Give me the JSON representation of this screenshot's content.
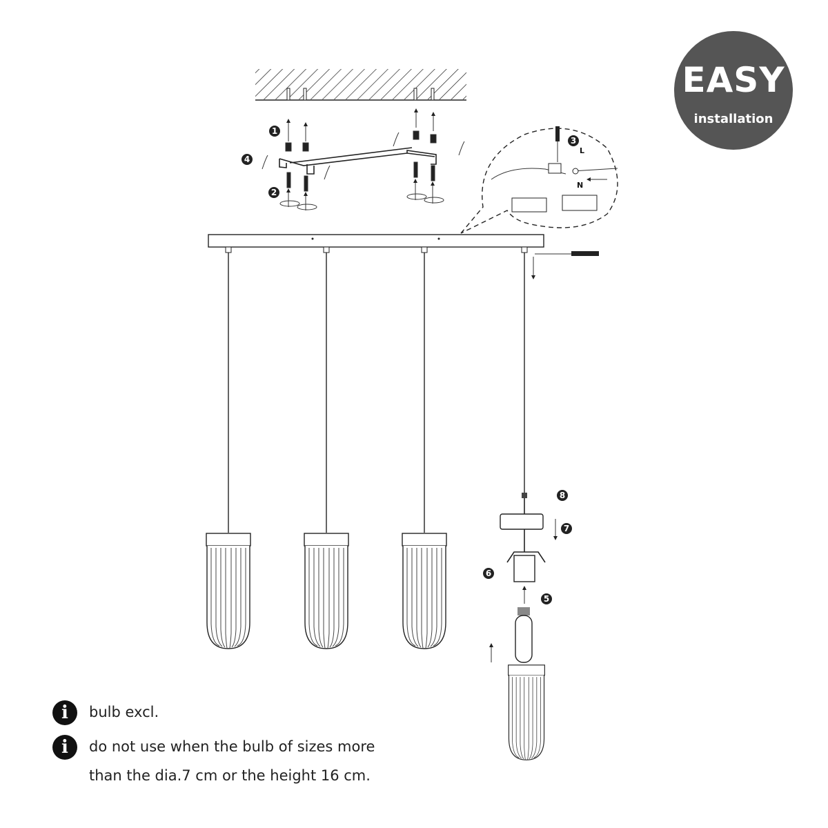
{
  "badge": {
    "title": "EASY",
    "subtitle": "installation"
  },
  "steps": [
    "1",
    "2",
    "3",
    "4",
    "5",
    "6",
    "7",
    "8"
  ],
  "wiring": {
    "live_label": "L",
    "neutral_label": "N"
  },
  "notes": [
    {
      "icon": "info-icon",
      "icon_glyph": "i",
      "text": "bulb excl."
    },
    {
      "icon": "info-icon",
      "icon_glyph": "i",
      "text": "do not use when the bulb of sizes more",
      "text2": "than the dia.7 cm or the height 16 cm."
    }
  ]
}
